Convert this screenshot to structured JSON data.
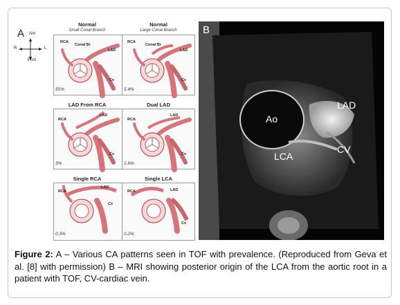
{
  "panel_a": {
    "letter": "A",
    "compass": {
      "up": "Ant",
      "down": "Post",
      "left": "R",
      "right": "L"
    },
    "cells": [
      {
        "title": "Normal",
        "subtitle": "Small Conal Branch",
        "percent": "55%",
        "labels": [
          "RCA",
          "Conal Br",
          "LAD",
          "Cx"
        ]
      },
      {
        "title": "Normal",
        "subtitle": "Large Conal Branch",
        "percent": "5.4%",
        "labels": [
          "RCA",
          "Conal Br",
          "LAD",
          "Cx"
        ]
      },
      {
        "title": "LAD From RCA",
        "subtitle": "",
        "percent": "3%",
        "labels": [
          "RCA",
          "LAD",
          "Cx"
        ]
      },
      {
        "title": "Dual LAD",
        "subtitle": "",
        "percent": "1.6%",
        "labels": [
          "RCA",
          "LAD",
          "Cx"
        ]
      },
      {
        "title": "Single RCA",
        "subtitle": "",
        "percent": "0.3%",
        "labels": [
          "RCA",
          "LAD",
          "Cx"
        ]
      },
      {
        "title": "Single LCA",
        "subtitle": "",
        "percent": "0.2%",
        "labels": [
          "RCA",
          "LAD",
          "Cx"
        ]
      }
    ]
  },
  "panel_b": {
    "letter": "B",
    "labels": {
      "ao": "Ao",
      "lad": "LAD",
      "lca": "LCA",
      "cv": "CV"
    }
  },
  "caption": {
    "lead": "Figure 2:",
    "text": " A – Various CA patterns seen in TOF with prevalence. (Reproduced from Geva et al. [8] with permission) B – MRI showing posterior origin of the LCA from the aortic root in a patient with TOF, CV-cardiac vein."
  },
  "colors": {
    "vessel": "#d9737a",
    "vessel_dark": "#b85058",
    "valve": "#f2c9c9",
    "mri_bg": "#000000"
  }
}
